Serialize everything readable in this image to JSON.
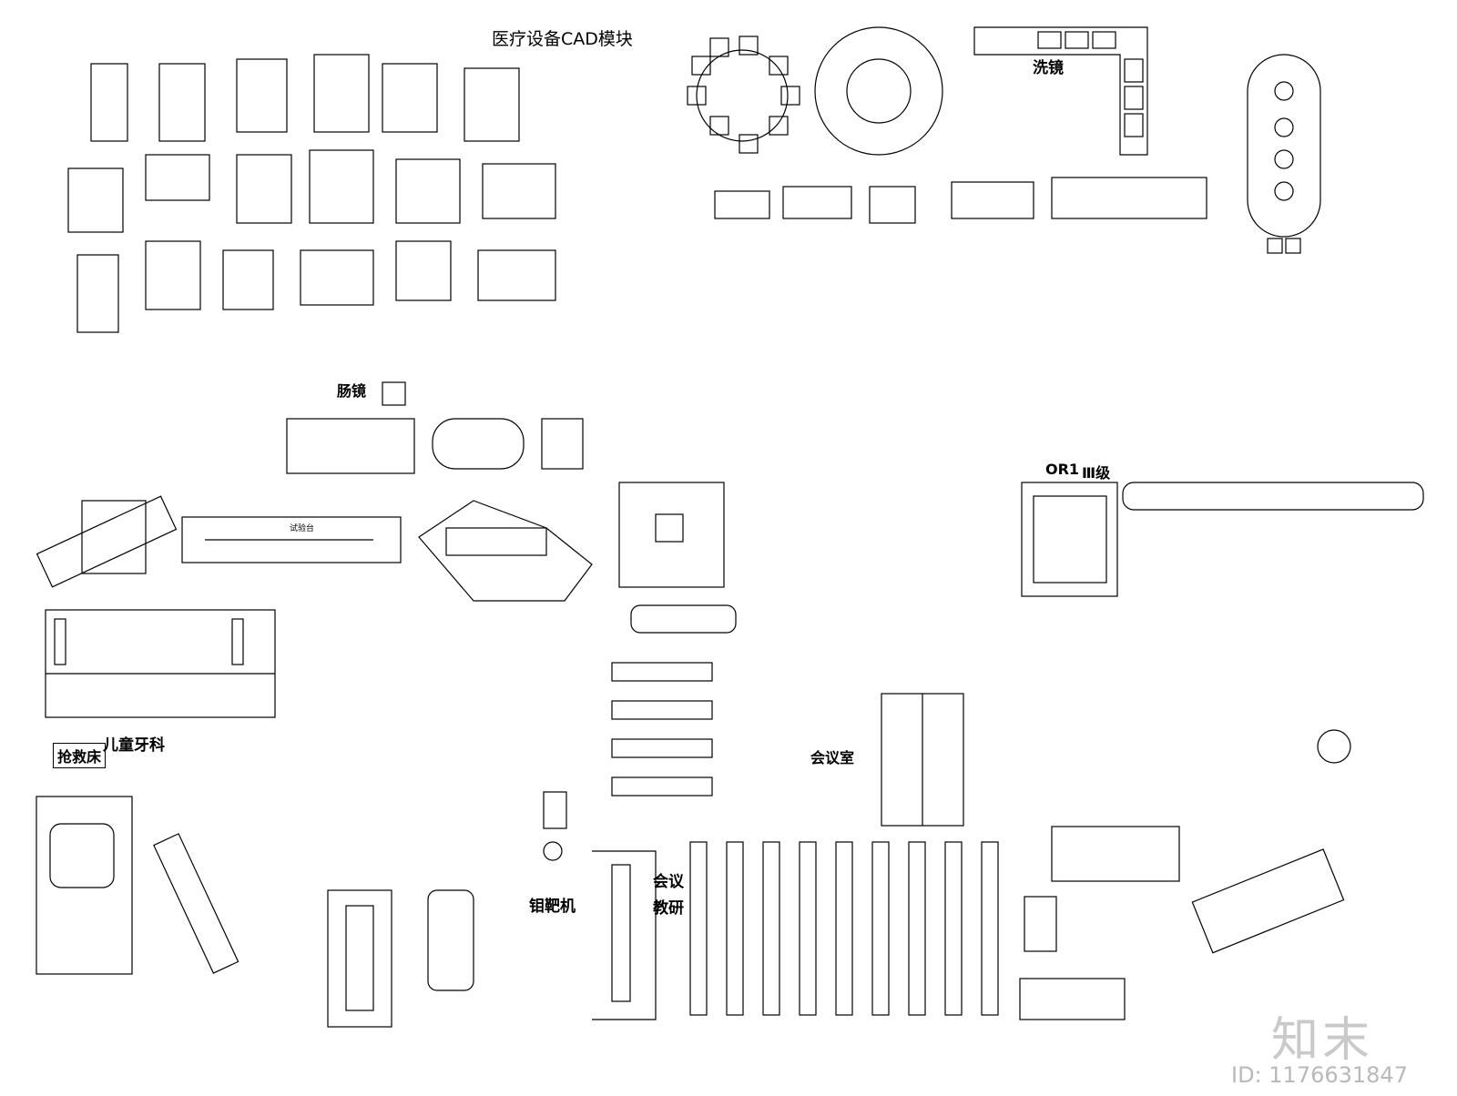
{
  "title": "医疗设备CAD模块",
  "labels": {
    "xijing": "洗镜",
    "changjing": "肠镜",
    "or1": "OR1",
    "level": "Ⅲ级",
    "shiyantai": "试验台",
    "tongya": "儿童牙科",
    "qiangjiuchuang": "抢救床",
    "huiyishi": "会议室",
    "huiyi": "会议",
    "jiaoyan": "教研",
    "bachi": "钼靶机"
  },
  "watermark": {
    "logo": "知末",
    "id": "ID: 1176631847"
  },
  "colors": {
    "line": "#000000",
    "background": "#ffffff",
    "watermark": "#c9c9c9"
  }
}
